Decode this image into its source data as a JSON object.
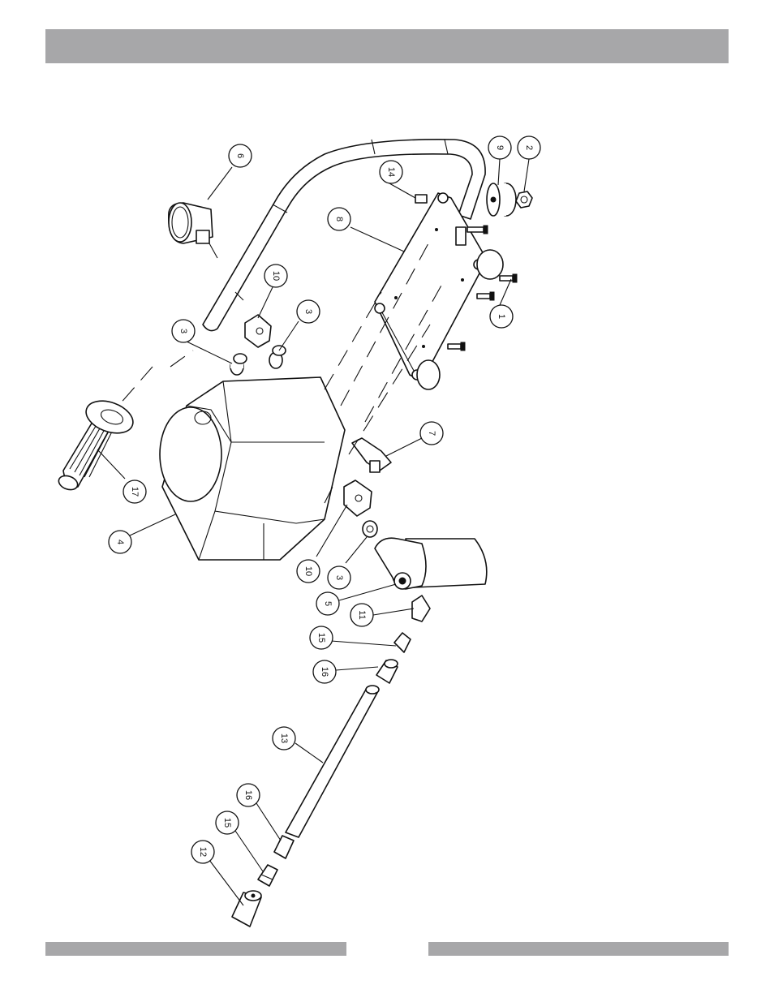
{
  "callouts": [
    {
      "id": "6",
      "label": "6"
    },
    {
      "id": "9",
      "label": "9"
    },
    {
      "id": "2",
      "label": "2"
    },
    {
      "id": "14",
      "label": "14"
    },
    {
      "id": "8",
      "label": "8"
    },
    {
      "id": "10a",
      "label": "10"
    },
    {
      "id": "3a",
      "label": "3"
    },
    {
      "id": "3b",
      "label": "3"
    },
    {
      "id": "1",
      "label": "1"
    },
    {
      "id": "7",
      "label": "7"
    },
    {
      "id": "17",
      "label": "17"
    },
    {
      "id": "4",
      "label": "4"
    },
    {
      "id": "10b",
      "label": "10"
    },
    {
      "id": "3c",
      "label": "3"
    },
    {
      "id": "5",
      "label": "5"
    },
    {
      "id": "11",
      "label": "11"
    },
    {
      "id": "15a",
      "label": "15"
    },
    {
      "id": "16a",
      "label": "16"
    },
    {
      "id": "13",
      "label": "13"
    },
    {
      "id": "16b",
      "label": "16"
    },
    {
      "id": "15b",
      "label": "15"
    },
    {
      "id": "12",
      "label": "12"
    }
  ],
  "colors": {
    "band": "#a7a7a9",
    "ink": "#111111"
  }
}
